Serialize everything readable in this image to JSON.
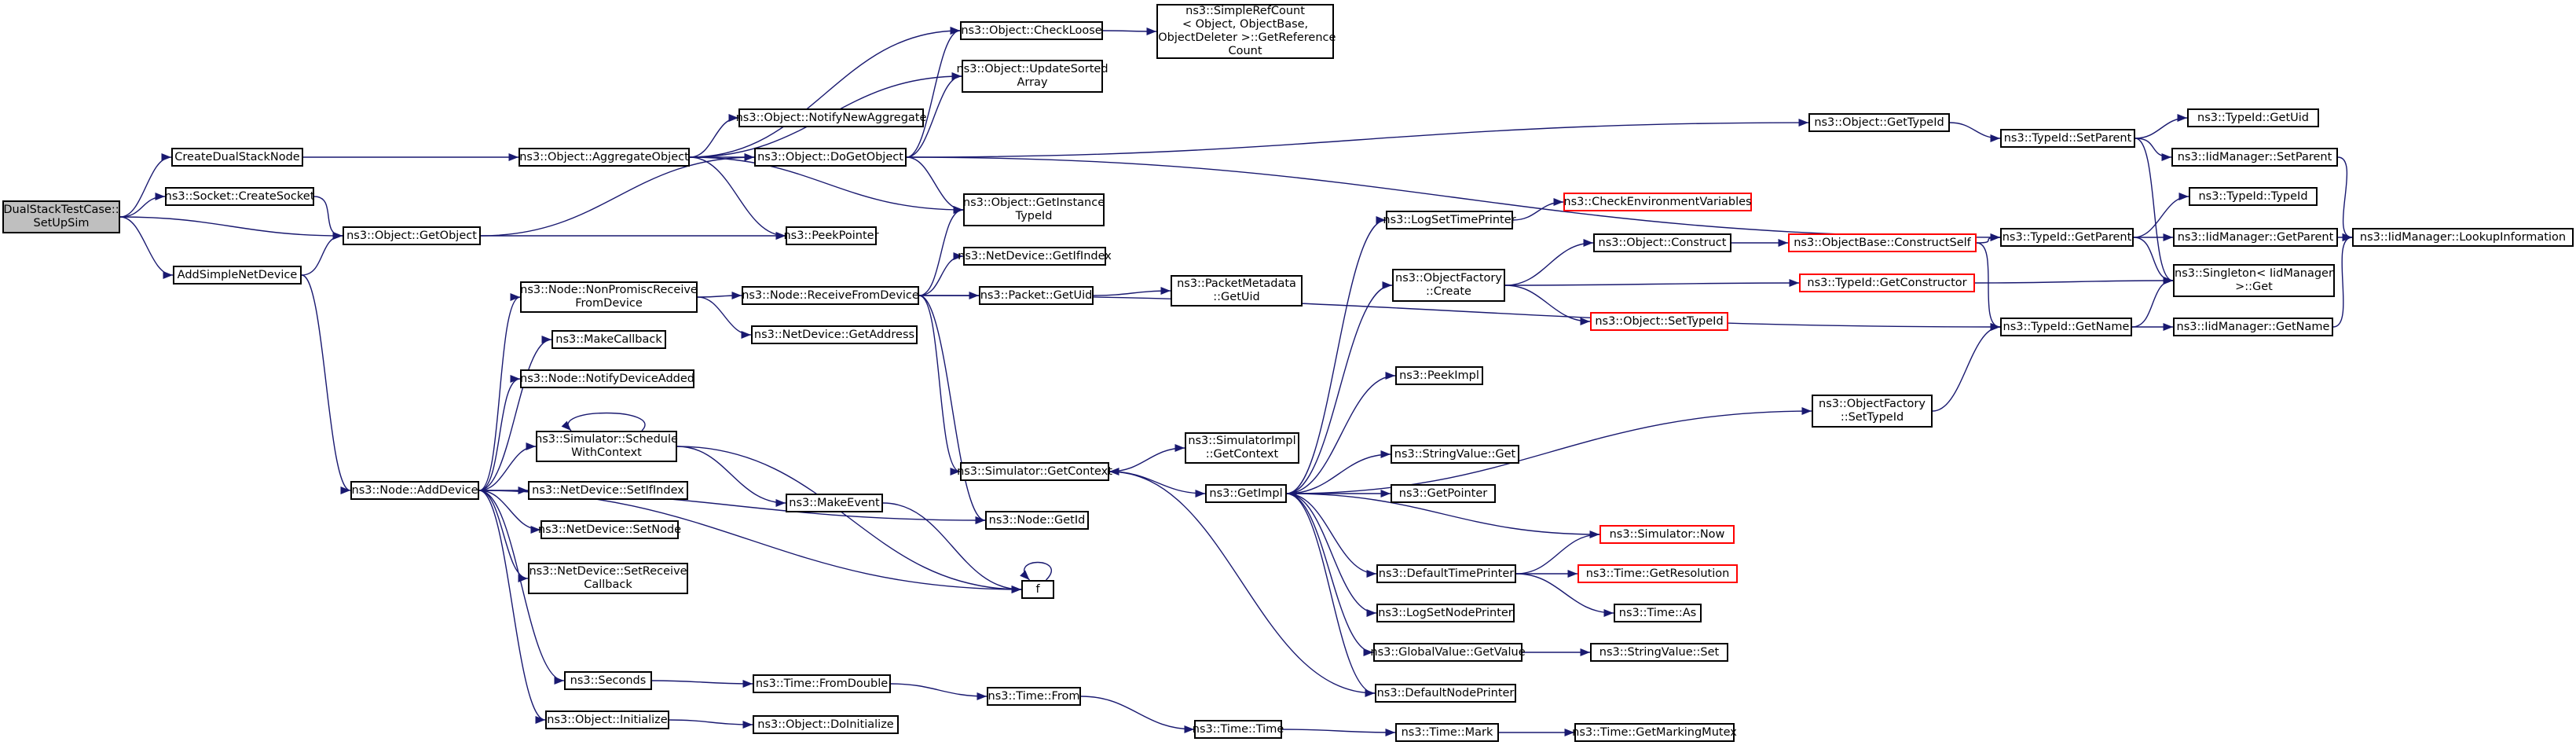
{
  "colors": {
    "edge": "#191970",
    "node_border": "#000000",
    "incomplete_border": "#ff0000",
    "root_fill": "#bfbfbf"
  },
  "nodes": [
    {
      "id": "root",
      "label": "DualStackTestCase::\nSetUpSim",
      "style": "root"
    },
    {
      "id": "cdsn",
      "label": "CreateDualStackNode"
    },
    {
      "id": "sockcreate",
      "label": "ns3::Socket::CreateSocket"
    },
    {
      "id": "asnd",
      "label": "AddSimpleNetDevice"
    },
    {
      "id": "getobject",
      "label": "ns3::Object::GetObject"
    },
    {
      "id": "aggobj",
      "label": "ns3::Object::AggregateObject"
    },
    {
      "id": "nodeadddevice",
      "label": "ns3::Node::AddDevice"
    },
    {
      "id": "checkloose",
      "label": "ns3::Object::CheckLoose"
    },
    {
      "id": "updsorted",
      "label": "ns3::Object::UpdateSorted\nArray"
    },
    {
      "id": "notifynewagg",
      "label": "ns3::Object::NotifyNewAggregate"
    },
    {
      "id": "dogetobject",
      "label": "ns3::Object::DoGetObject"
    },
    {
      "id": "getinsttypeid",
      "label": "ns3::Object::GetInstance\nTypeId"
    },
    {
      "id": "peekpointer",
      "label": "ns3::PeekPointer"
    },
    {
      "id": "simplerefcount",
      "label": "ns3::SimpleRefCount\n< Object, ObjectBase,\n ObjectDeleter >::GetReference\nCount"
    },
    {
      "id": "nonpromisc",
      "label": "ns3::Node::NonPromiscReceive\nFromDevice"
    },
    {
      "id": "makecallback",
      "label": "ns3::MakeCallback"
    },
    {
      "id": "notifydevadded",
      "label": "ns3::Node::NotifyDeviceAdded"
    },
    {
      "id": "schedwithctx",
      "label": "ns3::Simulator::Schedule\nWithContext"
    },
    {
      "id": "setifindex",
      "label": "ns3::NetDevice::SetIfIndex"
    },
    {
      "id": "setnode",
      "label": "ns3::NetDevice::SetNode"
    },
    {
      "id": "setreceivecb",
      "label": "ns3::NetDevice::SetReceive\nCallback"
    },
    {
      "id": "seconds",
      "label": "ns3::Seconds"
    },
    {
      "id": "objinit",
      "label": "ns3::Object::Initialize"
    },
    {
      "id": "receivefromdev",
      "label": "ns3::Node::ReceiveFromDevice"
    },
    {
      "id": "getaddress",
      "label": "ns3::NetDevice::GetAddress"
    },
    {
      "id": "getifindex",
      "label": "ns3::NetDevice::GetIfIndex"
    },
    {
      "id": "packetgetuid",
      "label": "ns3::Packet::GetUid"
    },
    {
      "id": "pktmetauid",
      "label": "ns3::PacketMetadata\n::GetUid"
    },
    {
      "id": "simgetctx",
      "label": "ns3::Simulator::GetContext"
    },
    {
      "id": "simimplgetctx",
      "label": "ns3::SimulatorImpl\n::GetContext"
    },
    {
      "id": "makeevent",
      "label": "ns3::MakeEvent"
    },
    {
      "id": "nodegetid",
      "label": "ns3::Node::GetId"
    },
    {
      "id": "f",
      "label": "f"
    },
    {
      "id": "fromdouble",
      "label": "ns3::Time::FromDouble"
    },
    {
      "id": "timefrom",
      "label": "ns3::Time::From"
    },
    {
      "id": "doinit",
      "label": "ns3::Object::DoInitialize"
    },
    {
      "id": "timetime",
      "label": "ns3::Time::Time"
    },
    {
      "id": "timemark",
      "label": "ns3::Time::Mark"
    },
    {
      "id": "getmarkmutex",
      "label": "ns3::Time::GetMarkingMutex"
    },
    {
      "id": "getimpl",
      "label": "ns3::GetImpl"
    },
    {
      "id": "logsettp",
      "label": "ns3::LogSetTimePrinter"
    },
    {
      "id": "checkenv",
      "label": "ns3::CheckEnvironmentVariables",
      "style": "red"
    },
    {
      "id": "objfactcreate",
      "label": "ns3::ObjectFactory\n::Create"
    },
    {
      "id": "objconstruct",
      "label": "ns3::Object::Construct"
    },
    {
      "id": "objsettypeid",
      "label": "ns3::Object::SetTypeId",
      "style": "red"
    },
    {
      "id": "objbaseconstruct",
      "label": "ns3::ObjectBase::ConstructSelf",
      "style": "red"
    },
    {
      "id": "typeidgetctor",
      "label": "ns3::TypeId::GetConstructor",
      "style": "red"
    },
    {
      "id": "peekimpl",
      "label": "ns3::PeekImpl"
    },
    {
      "id": "strvalget",
      "label": "ns3::StringValue::Get"
    },
    {
      "id": "getpointer",
      "label": "ns3::GetPointer"
    },
    {
      "id": "deftimeprinter",
      "label": "ns3::DefaultTimePrinter"
    },
    {
      "id": "simnow",
      "label": "ns3::Simulator::Now",
      "style": "red"
    },
    {
      "id": "timegetres",
      "label": "ns3::Time::GetResolution",
      "style": "red"
    },
    {
      "id": "timeas",
      "label": "ns3::Time::As"
    },
    {
      "id": "logsetnp",
      "label": "ns3::LogSetNodePrinter"
    },
    {
      "id": "gvgetvalue",
      "label": "ns3::GlobalValue::GetValue"
    },
    {
      "id": "strvalset",
      "label": "ns3::StringValue::Set"
    },
    {
      "id": "defnodeprinter",
      "label": "ns3::DefaultNodePrinter"
    },
    {
      "id": "objfactsettypeid",
      "label": "ns3::ObjectFactory\n::SetTypeId"
    },
    {
      "id": "objgettypeid",
      "label": "ns3::Object::GetTypeId"
    },
    {
      "id": "typeidsetparent",
      "label": "ns3::TypeId::SetParent"
    },
    {
      "id": "typeidgetuid",
      "label": "ns3::TypeId::GetUid"
    },
    {
      "id": "iidsetparent",
      "label": "ns3::IidManager::SetParent"
    },
    {
      "id": "typeidtypeid",
      "label": "ns3::TypeId::TypeId"
    },
    {
      "id": "typeidgetparent",
      "label": "ns3::TypeId::GetParent"
    },
    {
      "id": "iidgetparent",
      "label": "ns3::IidManager::GetParent"
    },
    {
      "id": "iidlookup",
      "label": "ns3::IidManager::LookupInformation"
    },
    {
      "id": "singletonget",
      "label": "ns3::Singleton< IidManager\n>::Get"
    },
    {
      "id": "typeidgetname",
      "label": "ns3::TypeId::GetName"
    },
    {
      "id": "iidgetname",
      "label": "ns3::IidManager::GetName"
    }
  ],
  "edges": [
    [
      "root",
      "cdsn"
    ],
    [
      "root",
      "sockcreate"
    ],
    [
      "root",
      "getobject"
    ],
    [
      "root",
      "asnd"
    ],
    [
      "cdsn",
      "aggobj"
    ],
    [
      "sockcreate",
      "getobject"
    ],
    [
      "asnd",
      "getobject"
    ],
    [
      "asnd",
      "nodeadddevice"
    ],
    [
      "getobject",
      "dogetobject"
    ],
    [
      "getobject",
      "peekpointer"
    ],
    [
      "aggobj",
      "checkloose"
    ],
    [
      "aggobj",
      "updsorted"
    ],
    [
      "aggobj",
      "notifynewagg"
    ],
    [
      "aggobj",
      "dogetobject"
    ],
    [
      "aggobj",
      "getinsttypeid"
    ],
    [
      "aggobj",
      "peekpointer"
    ],
    [
      "checkloose",
      "simplerefcount"
    ],
    [
      "dogetobject",
      "checkloose"
    ],
    [
      "dogetobject",
      "updsorted"
    ],
    [
      "dogetobject",
      "getinsttypeid"
    ],
    [
      "dogetobject",
      "objgettypeid"
    ],
    [
      "dogetobject",
      "typeidgetparent"
    ],
    [
      "nodeadddevice",
      "nonpromisc"
    ],
    [
      "nodeadddevice",
      "makecallback"
    ],
    [
      "nodeadddevice",
      "notifydevadded"
    ],
    [
      "nodeadddevice",
      "schedwithctx"
    ],
    [
      "nodeadddevice",
      "setifindex"
    ],
    [
      "nodeadddevice",
      "setnode"
    ],
    [
      "nodeadddevice",
      "setreceivecb"
    ],
    [
      "nodeadddevice",
      "f"
    ],
    [
      "nodeadddevice",
      "nodegetid"
    ],
    [
      "nodeadddevice",
      "seconds"
    ],
    [
      "nodeadddevice",
      "objinit"
    ],
    [
      "nonpromisc",
      "receivefromdev"
    ],
    [
      "nonpromisc",
      "getaddress"
    ],
    [
      "receivefromdev",
      "getinsttypeid"
    ],
    [
      "receivefromdev",
      "getifindex"
    ],
    [
      "receivefromdev",
      "packetgetuid"
    ],
    [
      "receivefromdev",
      "simgetctx"
    ],
    [
      "receivefromdev",
      "nodegetid"
    ],
    [
      "receivefromdev",
      "typeidgetname"
    ],
    [
      "packetgetuid",
      "pktmetauid"
    ],
    [
      "schedwithctx",
      "schedwithctx"
    ],
    [
      "schedwithctx",
      "makeevent"
    ],
    [
      "schedwithctx",
      "f"
    ],
    [
      "makeevent",
      "f"
    ],
    [
      "f",
      "f"
    ],
    [
      "simgetctx",
      "simimplgetctx"
    ],
    [
      "simgetctx",
      "getimpl"
    ],
    [
      "seconds",
      "fromdouble"
    ],
    [
      "fromdouble",
      "timefrom"
    ],
    [
      "timefrom",
      "timetime"
    ],
    [
      "timetime",
      "timemark"
    ],
    [
      "timemark",
      "getmarkmutex"
    ],
    [
      "objinit",
      "doinit"
    ],
    [
      "getimpl",
      "logsettp"
    ],
    [
      "getimpl",
      "objfactcreate"
    ],
    [
      "getimpl",
      "peekimpl"
    ],
    [
      "getimpl",
      "strvalget"
    ],
    [
      "getimpl",
      "getpointer"
    ],
    [
      "getimpl",
      "deftimeprinter"
    ],
    [
      "getimpl",
      "logsetnp"
    ],
    [
      "getimpl",
      "gvgetvalue"
    ],
    [
      "getimpl",
      "defnodeprinter"
    ],
    [
      "getimpl",
      "objfactsettypeid"
    ],
    [
      "logsettp",
      "checkenv"
    ],
    [
      "objfactcreate",
      "objconstruct"
    ],
    [
      "objfactcreate",
      "objsettypeid"
    ],
    [
      "objfactcreate",
      "typeidgetctor"
    ],
    [
      "objconstruct",
      "objbaseconstruct"
    ],
    [
      "objbaseconstruct",
      "typeidgetparent"
    ],
    [
      "objbaseconstruct",
      "typeidgetname"
    ],
    [
      "typeidgetctor",
      "singletonget"
    ],
    [
      "deftimeprinter",
      "simnow"
    ],
    [
      "deftimeprinter",
      "timegetres"
    ],
    [
      "deftimeprinter",
      "timeas"
    ],
    [
      "simnow",
      "getimpl"
    ],
    [
      "gvgetvalue",
      "strvalset"
    ],
    [
      "defnodeprinter",
      "simgetctx"
    ],
    [
      "objfactsettypeid",
      "typeidgetname"
    ],
    [
      "objgettypeid",
      "typeidsetparent"
    ],
    [
      "typeidsetparent",
      "typeidgetuid"
    ],
    [
      "typeidsetparent",
      "iidsetparent"
    ],
    [
      "typeidsetparent",
      "singletonget"
    ],
    [
      "iidsetparent",
      "iidlookup"
    ],
    [
      "typeidgetparent",
      "typeidtypeid"
    ],
    [
      "typeidgetparent",
      "iidgetparent"
    ],
    [
      "typeidgetparent",
      "singletonget"
    ],
    [
      "iidgetparent",
      "iidlookup"
    ],
    [
      "typeidgetname",
      "singletonget"
    ],
    [
      "typeidgetname",
      "iidgetname"
    ],
    [
      "iidgetname",
      "iidlookup"
    ]
  ]
}
